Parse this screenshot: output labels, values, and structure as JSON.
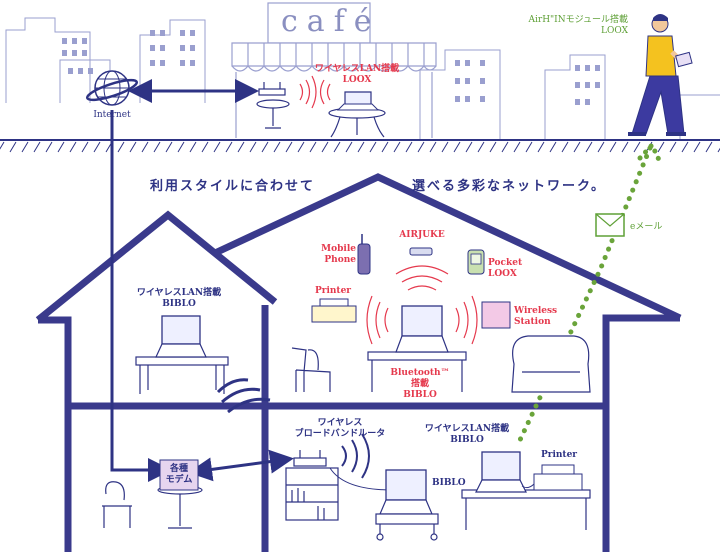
{
  "headline": {
    "left": "利用スタイルに合わせて",
    "right": "選べる多彩なネットワーク。"
  },
  "cafe": {
    "sign": "café",
    "device_label": "ワイヤレスLAN搭載\nLOOX"
  },
  "internet_label": "Internet",
  "walker_label": "AirH\"INモジュール搭載\nLOOX",
  "email_label": "eメール",
  "devices": {
    "mobile_phone": "Mobile\nPhone",
    "airjuke": "AIRJUKE",
    "pocket_loox": "Pocket\nLOOX",
    "printer_upper": "Printer",
    "wireless_station": "Wireless\nStation",
    "bluetooth_biblo": "Bluetooth™\n搭載\nBIBLO",
    "wireless_lan_biblo_attic": "ワイヤレスLAN搭載\nBIBLO",
    "router": "ワイヤレス\nブロードバンドルータ",
    "biblo_desk": "BIBLO",
    "wireless_lan_biblo_right": "ワイヤレスLAN搭載\nBIBLO",
    "printer_lower": "Printer",
    "modem": "各種\nモデム"
  },
  "colors": {
    "navy": "#2e3384",
    "red": "#e5394d",
    "green": "#5fa037",
    "line": "#9a9fcf"
  }
}
